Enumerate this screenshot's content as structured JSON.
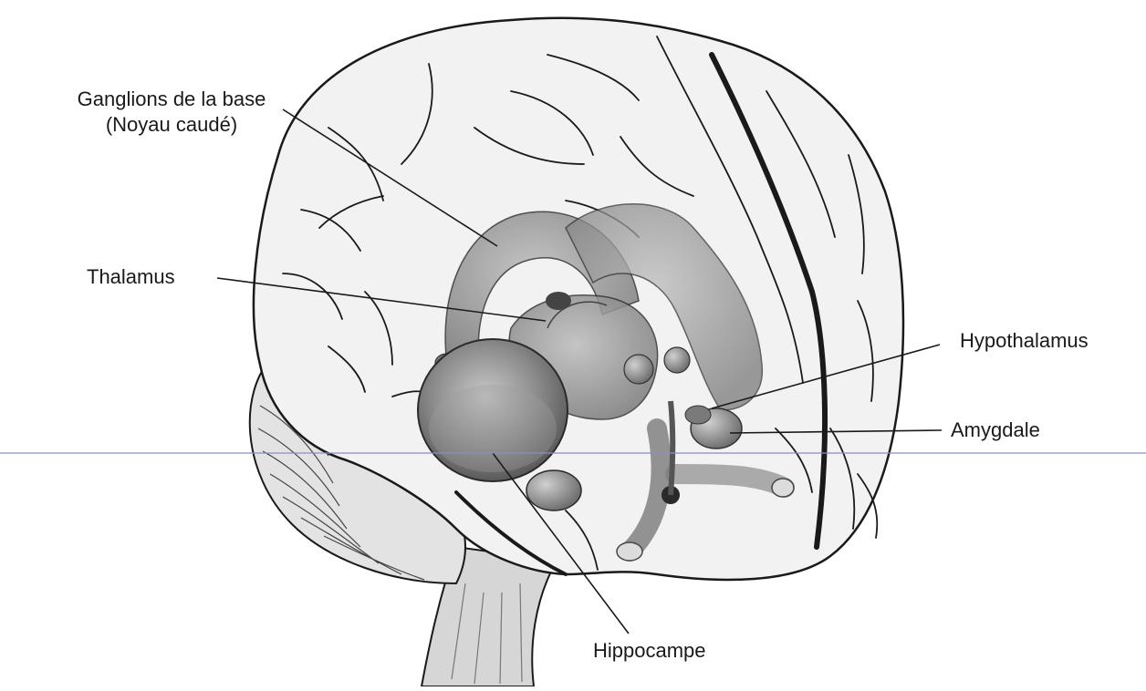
{
  "labels": {
    "basal_ganglia": {
      "line1": "Ganglions de la base",
      "line2": "(Noyau caudé)"
    },
    "thalamus": "Thalamus",
    "hypothalamus": "Hypothalamus",
    "amygdala": "Amygdale",
    "hippocampus": "Hippocampe"
  },
  "colors": {
    "outline": "#1a1a1a",
    "brain_fill": "#f2f2f2",
    "structure_fill": "#8c8c8c",
    "dark_fill": "#595959",
    "guide_line": "#8a8ad0"
  }
}
